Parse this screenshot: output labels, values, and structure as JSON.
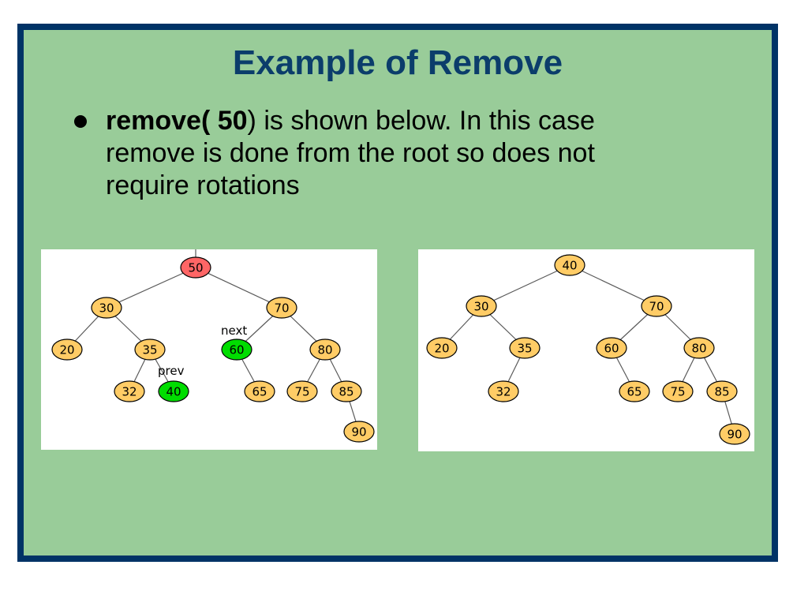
{
  "slide": {
    "title": "Example of Remove",
    "bullet": {
      "bold": "remove( 50",
      "rest": ") is shown below. In this case remove is done from the root so does not require rotations"
    }
  },
  "colors": {
    "frame": "#003366",
    "background": "#99cc99",
    "title": "#0b3d6b",
    "node_default": "#ffcc66",
    "node_removed": "#ff6666",
    "node_highlight": "#00dd00"
  },
  "trees": {
    "before": {
      "nodes": [
        {
          "label": "50",
          "state": "removed"
        },
        {
          "label": "30",
          "state": "default"
        },
        {
          "label": "70",
          "state": "default"
        },
        {
          "label": "20",
          "state": "default"
        },
        {
          "label": "35",
          "state": "default"
        },
        {
          "label": "60",
          "state": "highlight"
        },
        {
          "label": "80",
          "state": "default"
        },
        {
          "label": "32",
          "state": "default"
        },
        {
          "label": "40",
          "state": "highlight"
        },
        {
          "label": "65",
          "state": "default"
        },
        {
          "label": "75",
          "state": "default"
        },
        {
          "label": "85",
          "state": "default"
        },
        {
          "label": "90",
          "state": "default"
        }
      ],
      "edges": [
        [
          "50",
          "30"
        ],
        [
          "50",
          "70"
        ],
        [
          "30",
          "20"
        ],
        [
          "30",
          "35"
        ],
        [
          "70",
          "60"
        ],
        [
          "70",
          "80"
        ],
        [
          "35",
          "32"
        ],
        [
          "35",
          "40"
        ],
        [
          "60",
          "65"
        ],
        [
          "80",
          "75"
        ],
        [
          "80",
          "85"
        ],
        [
          "85",
          "90"
        ]
      ],
      "annotations": [
        {
          "text": "next",
          "node": "60"
        },
        {
          "text": "prev",
          "node": "40"
        }
      ]
    },
    "after": {
      "nodes": [
        {
          "label": "40",
          "state": "default"
        },
        {
          "label": "30",
          "state": "default"
        },
        {
          "label": "70",
          "state": "default"
        },
        {
          "label": "20",
          "state": "default"
        },
        {
          "label": "35",
          "state": "default"
        },
        {
          "label": "60",
          "state": "default"
        },
        {
          "label": "80",
          "state": "default"
        },
        {
          "label": "32",
          "state": "default"
        },
        {
          "label": "65",
          "state": "default"
        },
        {
          "label": "75",
          "state": "default"
        },
        {
          "label": "85",
          "state": "default"
        },
        {
          "label": "90",
          "state": "default"
        }
      ],
      "edges": [
        [
          "40",
          "30"
        ],
        [
          "40",
          "70"
        ],
        [
          "30",
          "20"
        ],
        [
          "30",
          "35"
        ],
        [
          "70",
          "60"
        ],
        [
          "70",
          "80"
        ],
        [
          "35",
          "32"
        ],
        [
          "60",
          "65"
        ],
        [
          "80",
          "75"
        ],
        [
          "80",
          "85"
        ],
        [
          "85",
          "90"
        ]
      ],
      "annotations": []
    }
  }
}
